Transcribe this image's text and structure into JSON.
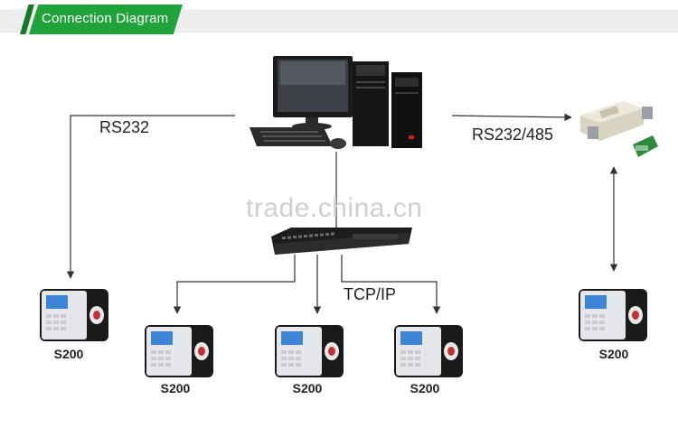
{
  "header": {
    "title": "Connection Diagram"
  },
  "links": {
    "left": "RS232",
    "right": "RS232/485",
    "network": "TCP/IP"
  },
  "devices": [
    "S200",
    "S200",
    "S200",
    "S200",
    "S200"
  ],
  "watermark": "trade.china.cn",
  "colors": {
    "accent": "#21a33b",
    "accent_dark": "#17772a",
    "line": "#333333"
  },
  "icons": [
    "computer-icon",
    "network-switch-icon",
    "serial-converter-icon",
    "time-attendance-terminal-icon"
  ]
}
